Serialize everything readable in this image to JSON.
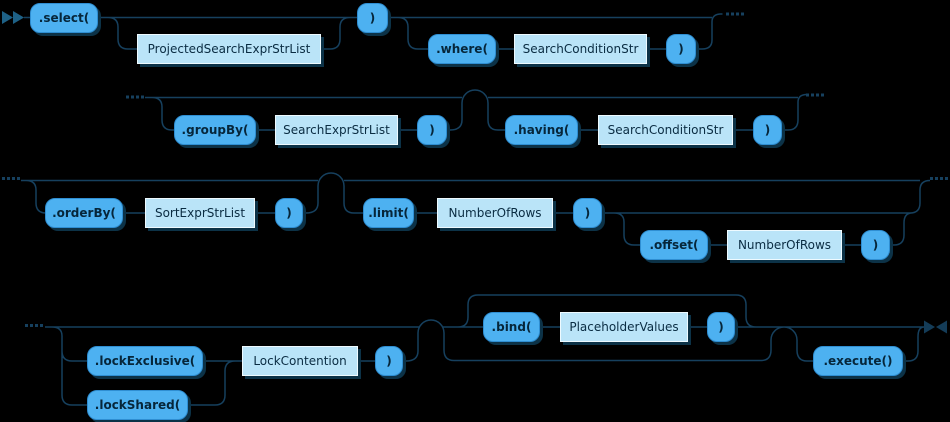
{
  "diagram": {
    "type": "railroad-syntax-diagram",
    "colors": {
      "background": "#000000",
      "line": "#16405e",
      "terminal_fill": "#4db1f1",
      "terminal_border": "#2f8ed2",
      "nonterminal_fill": "#bae4f8",
      "shadow": "#0c3247",
      "start_arrow": "#1e6186",
      "end_arrow": "#143c58",
      "text": "#06263a"
    },
    "markers": {
      "start": "double-right-arrow",
      "end": "facing-arrows",
      "wrap": "..."
    },
    "terminals": {
      "select": ".select(",
      "close_paren": ")",
      "where": ".where(",
      "group_by": ".groupBy(",
      "having": ".having(",
      "order_by": ".orderBy(",
      "limit": ".limit(",
      "offset": ".offset(",
      "lock_exclusive": ".lockExclusive(",
      "lock_shared": ".lockShared(",
      "bind": ".bind(",
      "execute": ".execute()"
    },
    "nonterminals": {
      "projected_search_expr_str_list": "ProjectedSearchExprStrList",
      "search_condition_str_where": "SearchConditionStr",
      "search_expr_str_list": "SearchExprStrList",
      "search_condition_str_having": "SearchConditionStr",
      "sort_expr_str_list": "SortExprStrList",
      "number_of_rows_limit": "NumberOfRows",
      "number_of_rows_offset": "NumberOfRows",
      "lock_contention": "LockContention",
      "placeholder_values": "PlaceholderValues"
    }
  }
}
